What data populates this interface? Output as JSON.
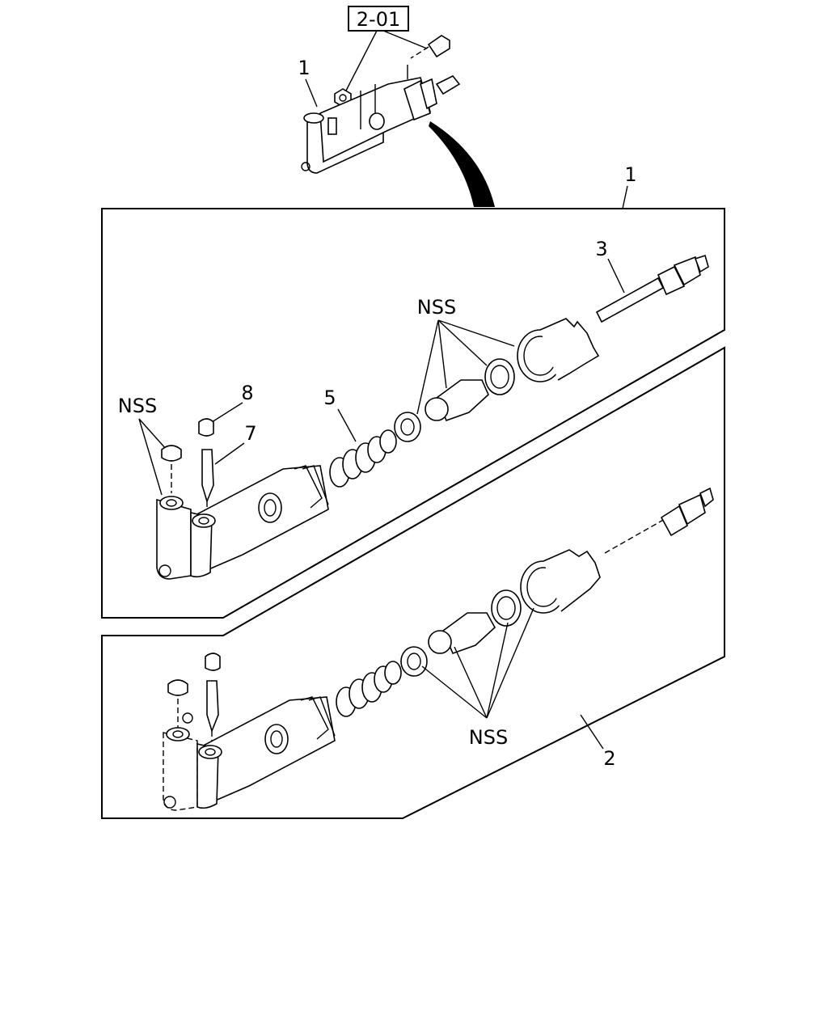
{
  "callouts": {
    "ref_box": "2-01",
    "top_item_1": "1",
    "panel_1_number": "1",
    "panel_2_number": "2",
    "item_3": "3",
    "item_5": "5",
    "item_7": "7",
    "item_8": "8",
    "nss_panel1_left": "NSS",
    "nss_panel1_center": "NSS",
    "nss_panel2": "NSS"
  }
}
